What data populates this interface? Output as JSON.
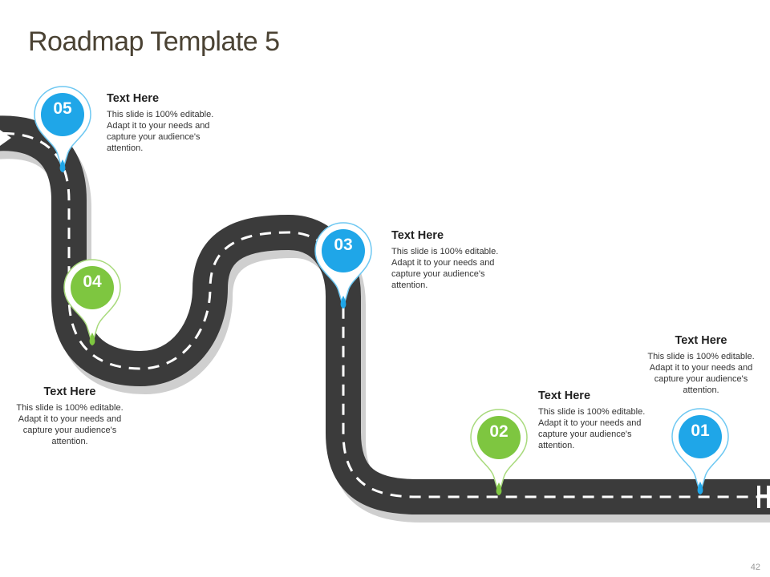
{
  "title": "Roadmap Template 5",
  "page_number": "42",
  "colors": {
    "road": "#3b3b3b",
    "road_shadow": "#c9c9c9",
    "dash": "#ffffff",
    "blue": "#1fa6e8",
    "blue_ring": "#6ec8f2",
    "green": "#7ec640",
    "green_ring": "#a8da7c"
  },
  "milestones": [
    {
      "number": "01",
      "color": "blue",
      "heading": "Text Here",
      "body": "This slide is 100% editable. Adapt it to your needs and capture your audience's attention."
    },
    {
      "number": "02",
      "color": "green",
      "heading": "Text Here",
      "body": "This slide is 100% editable. Adapt it to your needs and capture your audience's attention."
    },
    {
      "number": "03",
      "color": "blue",
      "heading": "Text Here",
      "body": "This slide is 100% editable. Adapt it to your needs and capture your audience's attention."
    },
    {
      "number": "04",
      "color": "green",
      "heading": "Text Here",
      "body": "This slide is 100% editable. Adapt it to your needs and capture your audience's attention."
    },
    {
      "number": "05",
      "color": "blue",
      "heading": "Text Here",
      "body": "This slide is 100% editable. Adapt it to your needs and capture your audience's attention."
    }
  ]
}
